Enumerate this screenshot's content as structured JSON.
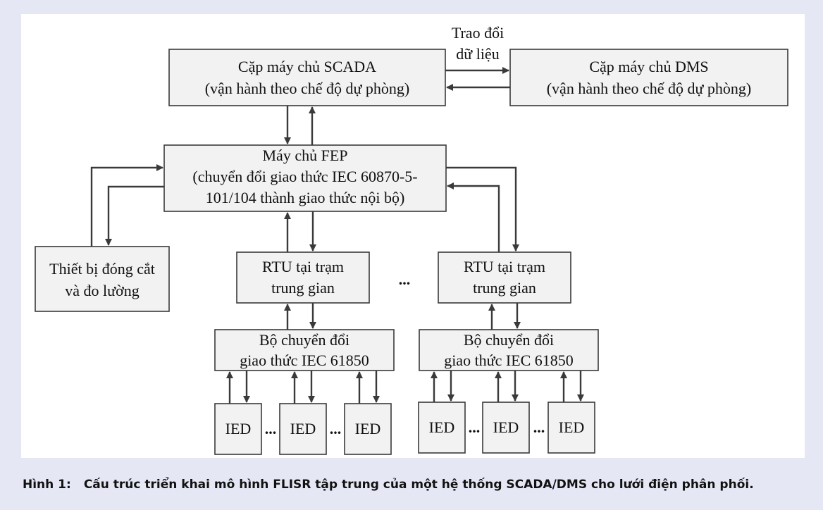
{
  "exchange_label": [
    "Trao đổi",
    "dữ liệu"
  ],
  "scada_server": [
    "Cặp máy chủ SCADA",
    "(vận hành theo chế độ dự phòng)"
  ],
  "dms_server": [
    "Cặp máy chủ DMS",
    "(vận hành theo chế độ dự phòng)"
  ],
  "fep_server": [
    "Máy chủ FEP",
    "(chuyển đổi giao thức IEC 60870-5-",
    "101/104 thành giao thức nội bộ)"
  ],
  "switchgear": [
    "Thiết bị đóng cắt",
    "và đo lường"
  ],
  "rtu_left": [
    "RTU tại trạm",
    "trung gian"
  ],
  "rtu_right": [
    "RTU tại trạm",
    "trung gian"
  ],
  "converter_left": [
    "Bộ chuyển đổi",
    "giao thức IEC 61850"
  ],
  "converter_right": [
    "Bộ chuyển đổi",
    "giao thức IEC 61850"
  ],
  "ied_label": "IED",
  "ellipsis": "...",
  "caption": {
    "label": "Hình 1:",
    "text": "Cấu trúc triển khai mô hình FLISR tập trung của một hệ thống SCADA/DMS cho lưới điện phân phối."
  }
}
